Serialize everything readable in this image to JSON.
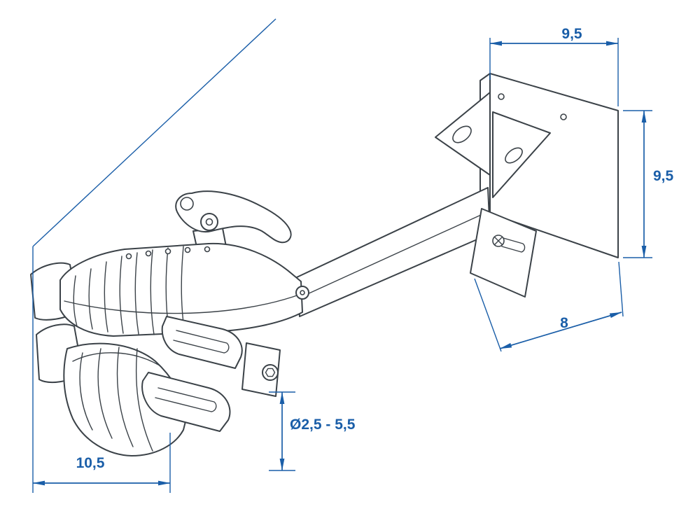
{
  "colors": {
    "background": "#ffffff",
    "outline": "#3b4248",
    "dimension": "#1a5ea8"
  },
  "dimensions": {
    "bracket_width": "9,5",
    "bracket_height": "9,5",
    "bracket_depth": "8",
    "clamp_width": "10,5",
    "clamp_capacity": "Ø2,5 - 5,5"
  }
}
